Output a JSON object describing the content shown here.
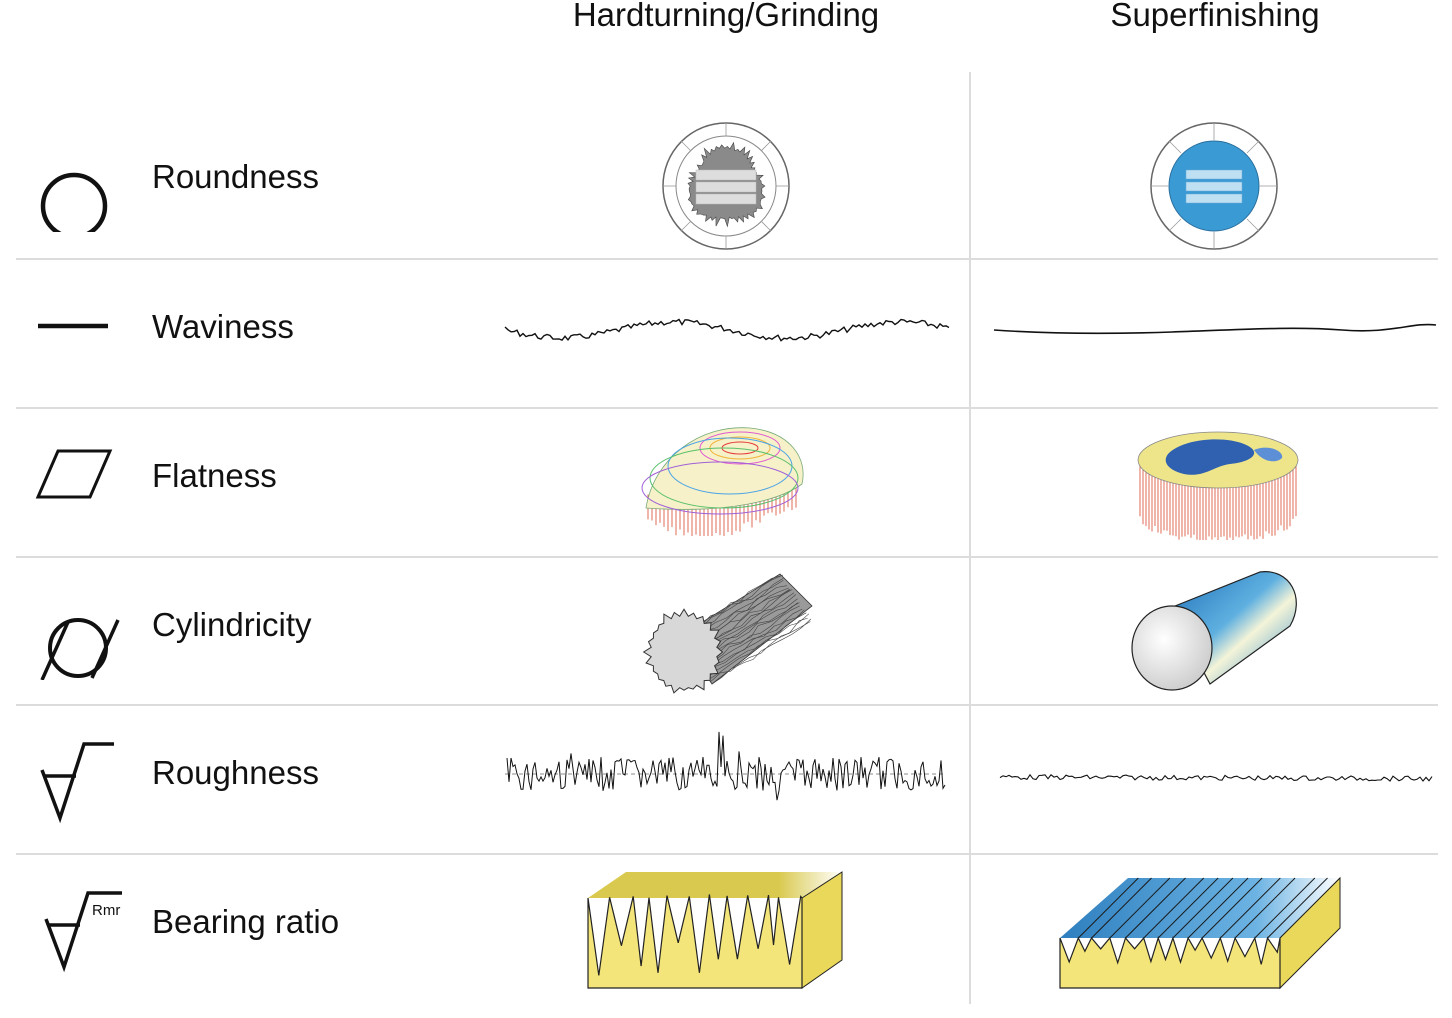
{
  "columns": {
    "process_a": "Hardturning/Grinding",
    "process_b": "Superfinishing"
  },
  "rows": [
    {
      "label": "Roundness",
      "symbol": "circle-icon"
    },
    {
      "label": "Waviness",
      "symbol": "straight-line-icon"
    },
    {
      "label": "Flatness",
      "symbol": "parallelogram-icon"
    },
    {
      "label": "Cylindricity",
      "symbol": "cylindricity-icon"
    },
    {
      "label": "Roughness",
      "symbol": "surface-roughness-icon"
    },
    {
      "label": "Bearing ratio",
      "symbol": "surface-roughness-rmr-icon"
    }
  ],
  "symbol_text": {
    "rmr": "Rmr"
  },
  "colors": {
    "grid_line": "#dcdcdc",
    "grind_fill": "#8a8a8a",
    "superfinish_fill": "#3a9bd4",
    "bearing_yellow": "#f3e57a",
    "bearing_blue": "#2e7fbf",
    "flatness_red": "#d9472b"
  }
}
